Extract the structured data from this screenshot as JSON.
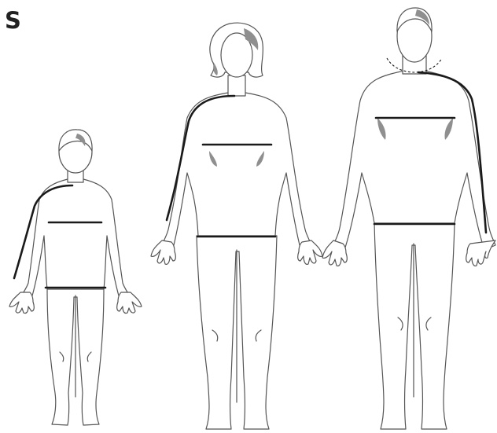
{
  "corner_label": "S",
  "figures": [
    {
      "id": "child",
      "measures": [
        "shoulder-arm",
        "chest",
        "hips"
      ]
    },
    {
      "id": "woman",
      "measures": [
        "shoulder-arm",
        "bust",
        "hips"
      ]
    },
    {
      "id": "man",
      "measures": [
        "neck",
        "shoulder-arm",
        "chest",
        "hips"
      ]
    }
  ],
  "colors": {
    "outline": "#555555",
    "measure_line": "#1a1a1a",
    "shading": "#8f8f8f",
    "label": "#222222"
  }
}
